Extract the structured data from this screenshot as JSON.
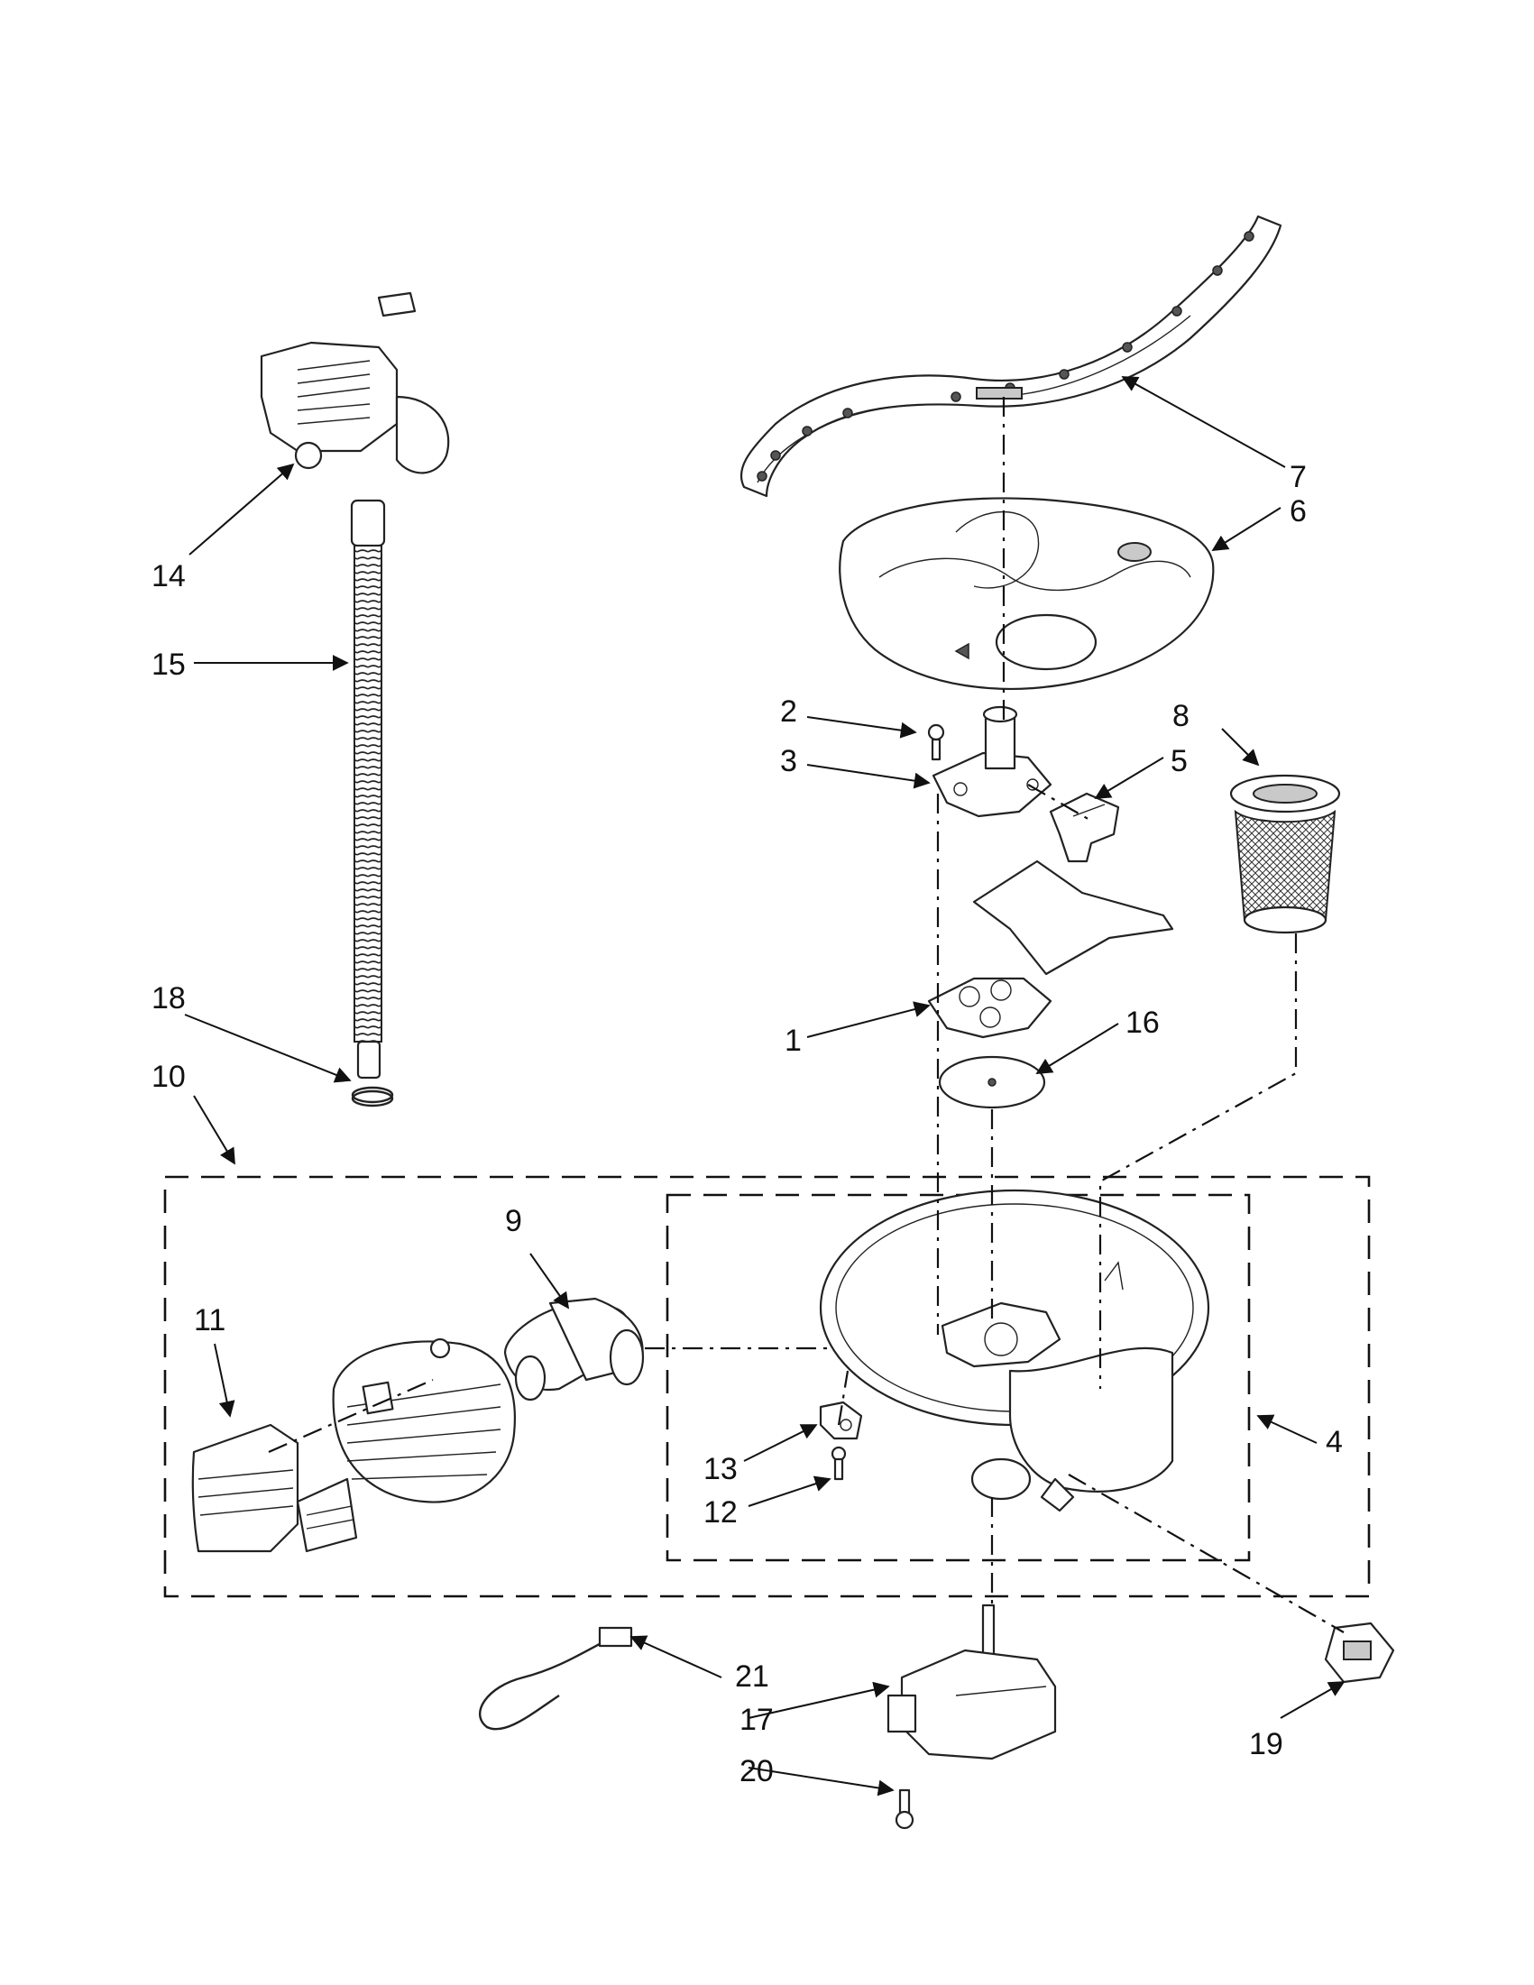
{
  "callouts": [
    {
      "id": "c1",
      "label": "1"
    },
    {
      "id": "c2",
      "label": "2"
    },
    {
      "id": "c3",
      "label": "3"
    },
    {
      "id": "c4",
      "label": "4"
    },
    {
      "id": "c5",
      "label": "5"
    },
    {
      "id": "c6",
      "label": "6"
    },
    {
      "id": "c7",
      "label": "7"
    },
    {
      "id": "c8",
      "label": "8"
    },
    {
      "id": "c9",
      "label": "9"
    },
    {
      "id": "c10",
      "label": "10"
    },
    {
      "id": "c11",
      "label": "11"
    },
    {
      "id": "c12",
      "label": "12"
    },
    {
      "id": "c13",
      "label": "13"
    },
    {
      "id": "c14",
      "label": "14"
    },
    {
      "id": "c15",
      "label": "15"
    },
    {
      "id": "c16",
      "label": "16"
    },
    {
      "id": "c17",
      "label": "17"
    },
    {
      "id": "c18",
      "label": "18"
    },
    {
      "id": "c19",
      "label": "19"
    },
    {
      "id": "c20",
      "label": "20"
    },
    {
      "id": "c21",
      "label": "21"
    }
  ],
  "colors": {
    "ink": "#111111",
    "paper": "#ffffff",
    "shade": "#c9c9c9"
  }
}
